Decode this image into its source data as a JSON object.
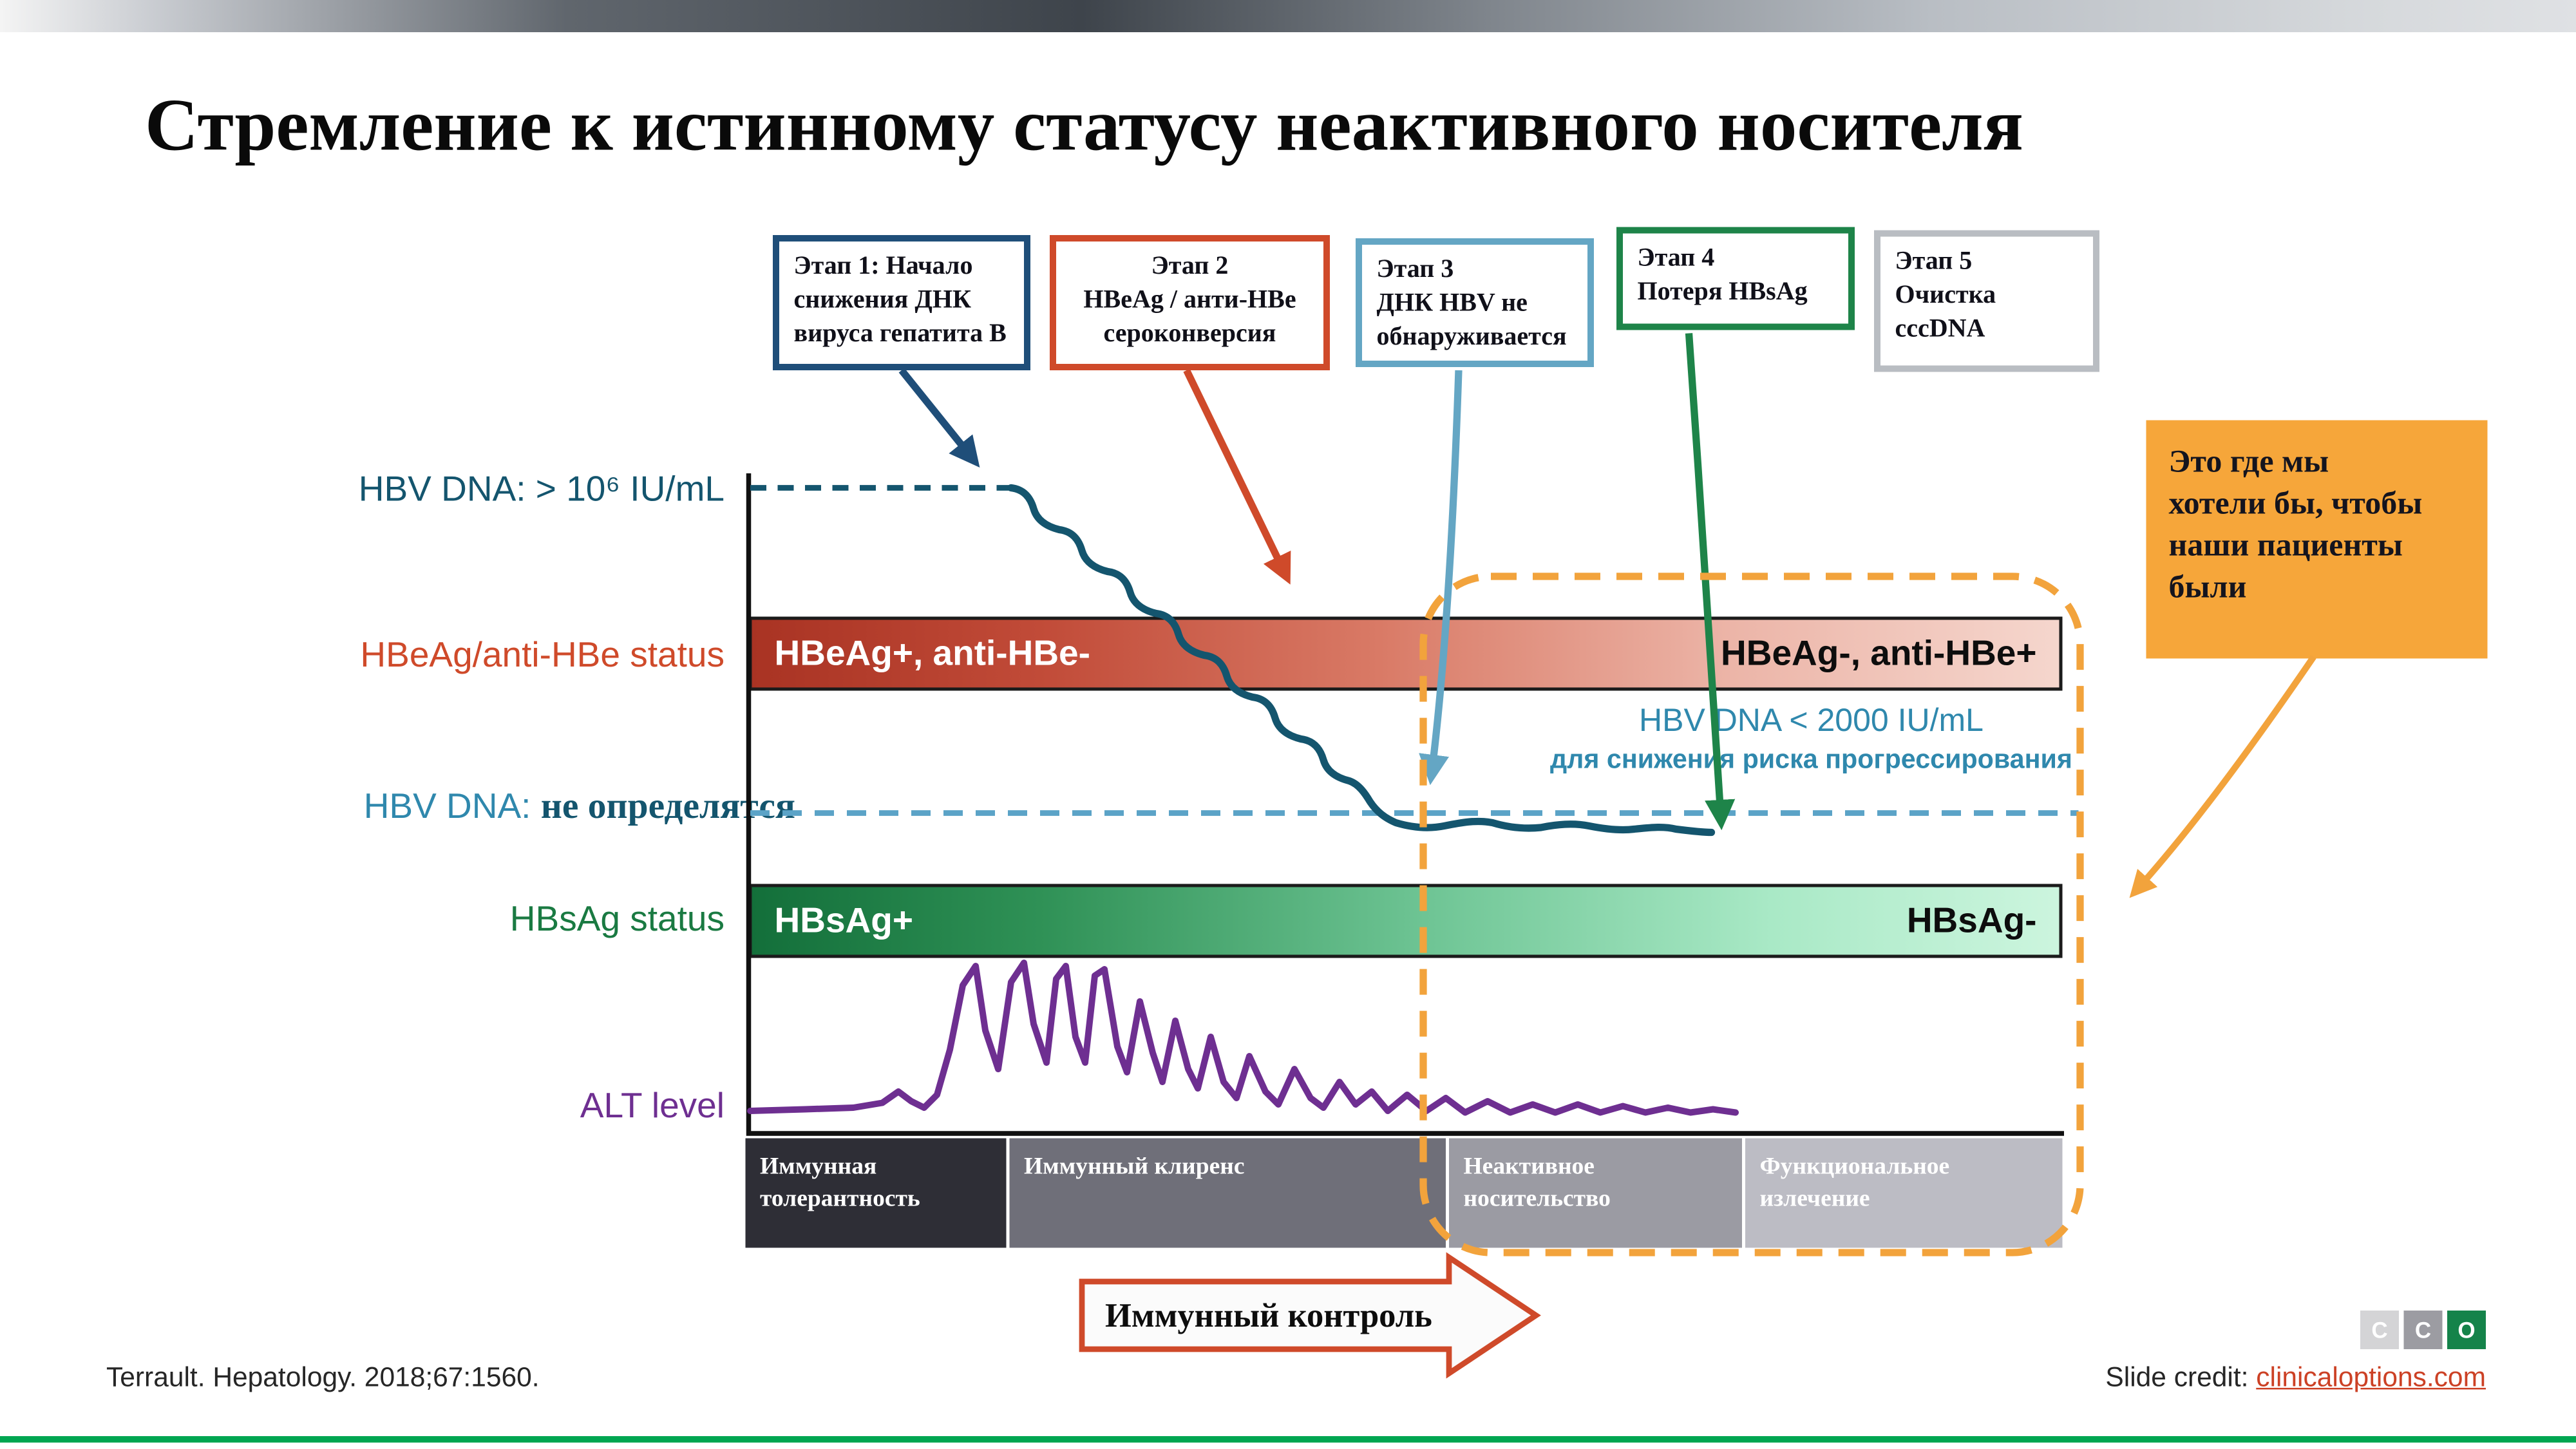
{
  "header": {
    "title": "Стремление к истинному статусу неактивного носителя"
  },
  "stages": [
    {
      "label": "Этап 1: Начало\nснижения ДНК\nвируса гепатита В",
      "color": "#1f4e79"
    },
    {
      "label": "Этап 2\nHBeAg / анти-HBe\nсероконверсия",
      "color": "#cf4a2a"
    },
    {
      "label": "Этап 3\nДНК HBV не\nобнаруживается",
      "color": "#64a6c4"
    },
    {
      "label": "Этап 4\nПотеря HBsAg",
      "color": "#1e8449"
    },
    {
      "label": "Этап 5\nОчистка\ncccDNA",
      "color": "#b9bdc2"
    }
  ],
  "axis_labels": {
    "hbv_dna_high": "HBV DNA: > 10⁶ IU/mL",
    "hbeag_status": "HBeAg/anti-HBe status",
    "hbv_dna_low_prefix": "HBV DNA: ",
    "hbv_dna_low_bold": "не определятся",
    "hbsag_status": "HBsAg status",
    "alt_level": "ALT level"
  },
  "bars": {
    "hbeag": {
      "left": "HBeAg+, anti-HBe-",
      "right": "HBeAg-, anti-HBe+"
    },
    "hbsag": {
      "left": "HBsAg+",
      "right": "HBsAg-"
    }
  },
  "annotations": {
    "threshold_line1": "HBV DNA < 2000 IU/mL",
    "threshold_line2": "для снижения риска прогрессирования",
    "callout": "Это где мы\nхотели бы, чтобы\nнаши пациенты\nбыли"
  },
  "phases": [
    {
      "label": "Иммунная толерантность",
      "color": "#2e2e36"
    },
    {
      "label": "Иммунный клиренс",
      "color": "#6f6f79"
    },
    {
      "label": "Неактивное носительство",
      "color": "#9b9ba3"
    },
    {
      "label": "Функциональное излечение",
      "color": "#bcbcc4"
    }
  ],
  "immune_control_label": "Иммунный контроль",
  "footer": {
    "citation": "Terrault. Hepatology. 2018;67:1560.",
    "credit_label": "Slide credit: ",
    "credit_link": "clinicaloptions.com"
  },
  "logo": {
    "letters": [
      "C",
      "C",
      "O"
    ]
  },
  "curves": [
    {
      "name": "HBV DNA level",
      "color": "#14556e",
      "style": "solid declining curve"
    },
    {
      "name": "ALT level",
      "color": "#6e2f91",
      "style": "flare spikes then flat"
    }
  ],
  "colors": {
    "navy": "#1f4e79",
    "teal_dark": "#14556e",
    "teal_light": "#2f88ad",
    "orange_red": "#cf4a2a",
    "light_blue": "#64a6c4",
    "green": "#1e8449",
    "purple": "#6e2f91",
    "amber": "#f2a33c",
    "callout_fill": "#f6a63a",
    "link": "#cc4125",
    "bottom_line": "#00a651"
  }
}
